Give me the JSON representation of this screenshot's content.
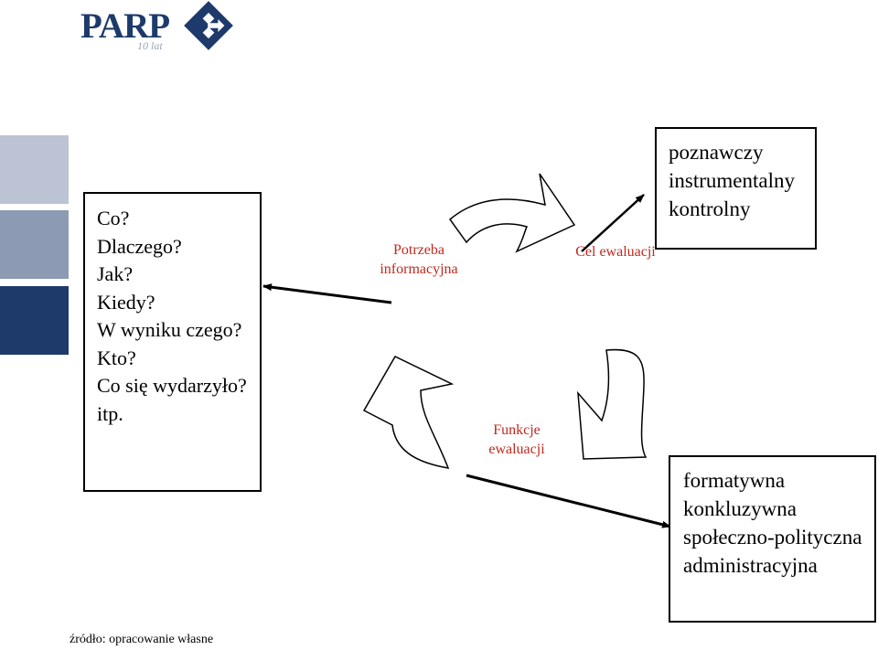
{
  "logo": {
    "text": "PARP",
    "subtitle": "10 lat"
  },
  "left_box": {
    "lines": [
      "Co?",
      "Dlaczego?",
      "Jak?",
      "Kiedy?",
      "W wyniku czego?",
      "Kto?",
      "Co się wydarzyło?",
      "itp."
    ]
  },
  "cycle_labels": {
    "potrzeba": "Potrzeba informacyjna",
    "cel": "Cel ewaluacji",
    "funkcje": "Funkcje ewaluacji"
  },
  "cel_box": {
    "lines": [
      "poznawczy",
      "instrumentalny",
      "kontrolny"
    ]
  },
  "funkcje_box": {
    "lines": [
      "formatywna",
      "konkluzywna",
      "społeczno-polityczna",
      "administracyjna"
    ]
  },
  "source_note": "źródło: opracowanie własne",
  "colors": {
    "brand": "#1d3a6b",
    "label_red": "#c0281e",
    "bar_light": "#bcc3d4",
    "bar_mid": "#8d9ab4"
  }
}
